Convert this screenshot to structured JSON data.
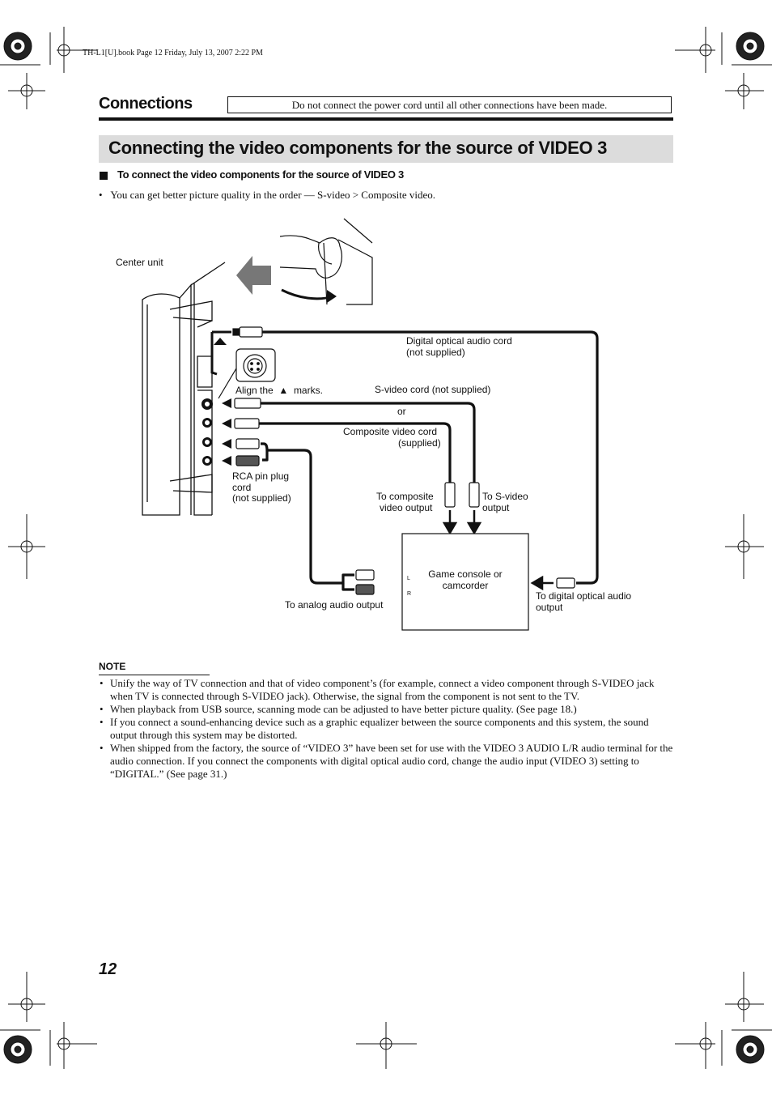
{
  "page_header": "TH-L1[U].book  Page 12  Friday, July 13, 2007  2:22 PM",
  "section_title": "Connections",
  "warning_box": "Do not connect the power cord until all other connections have been made.",
  "banner_title": "Connecting the video components for the source of VIDEO 3",
  "sub_heading": "To connect the video components for the source of VIDEO 3",
  "intro_bullet": "You can get better picture quality in the order — S-video > Composite video.",
  "diagram": {
    "center_unit": "Center unit",
    "digital_optical_cord": "Digital optical audio cord",
    "digital_optical_cord_note": "(not supplied)",
    "align_prefix": "Align the",
    "align_symbol": "▲",
    "align_suffix": "marks.",
    "s_video_cord": "S-video cord (not supplied)",
    "or": "or",
    "composite_cord": "Composite video cord",
    "composite_cord_note": "(supplied)",
    "rca_line1": "RCA pin plug",
    "rca_line2": "cord",
    "rca_line3": "(not supplied)",
    "to_composite_line1": "To composite",
    "to_composite_line2": "video output",
    "to_svideo_line1": "To S-video",
    "to_svideo_line2": "output",
    "device_line1": "Game console or",
    "device_line2": "camcorder",
    "left_marker": "L",
    "right_marker": "R",
    "to_analog": "To analog audio output",
    "to_digital_line1": "To digital optical audio",
    "to_digital_line2": "output"
  },
  "note_label": "NOTE",
  "notes": [
    "Unify the way of TV connection and that of video component’s (for example, connect a video component through S-VIDEO jack when TV is connected through S-VIDEO jack). Otherwise, the signal from the component is not sent to the TV.",
    "When playback from USB source, scanning mode can be adjusted to have better picture quality. (See page 18.)",
    "If you connect a sound-enhancing device such as a graphic equalizer between the source components and this system, the sound output through this system may be distorted.",
    "When shipped from the factory, the source of “VIDEO 3” have been set for use with the VIDEO 3 AUDIO L/R audio terminal for the audio connection. If you connect the components with digital optical audio cord, change the audio input (VIDEO 3) setting to “DIGITAL.” (See page 31.)"
  ],
  "page_number": "12",
  "colors": {
    "banner": "#dcdcdc",
    "ink": "#111111",
    "arrow_gray": "#777777"
  }
}
